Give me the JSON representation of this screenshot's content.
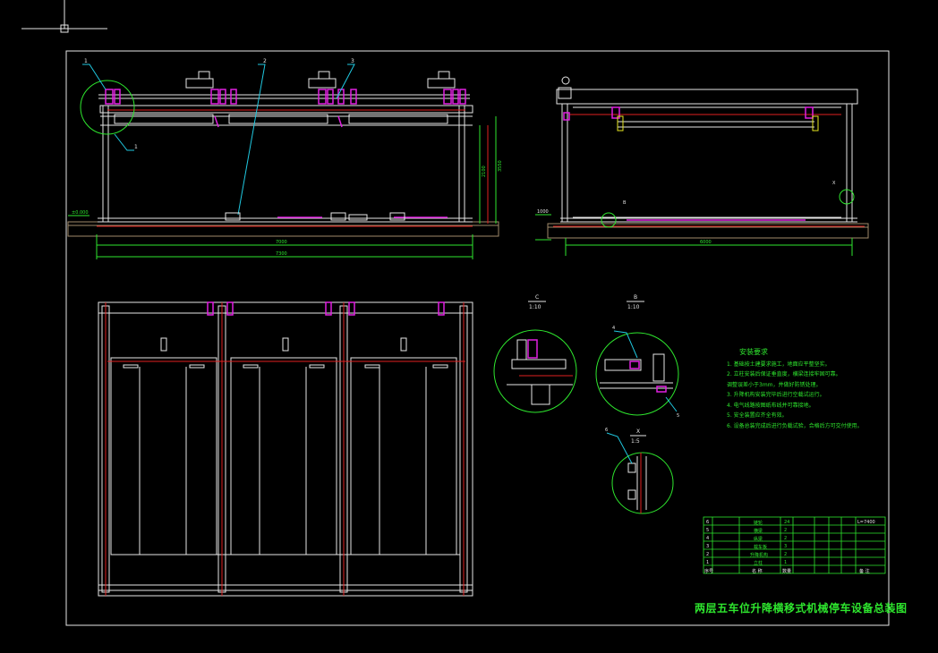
{
  "labels": {
    "callouts": [
      "1",
      "2",
      "3",
      "1"
    ],
    "dim_total_width": "7300",
    "dim_inner_width": "7000",
    "dim_side_depth": "6000",
    "dim_height_a": "2100",
    "dim_height_b": "3550",
    "level_left": "±0.000",
    "side_level": "1000",
    "detail_c_label": "C",
    "detail_c_scale": "1:10",
    "detail_b_label": "B",
    "detail_b_scale": "1:10",
    "detail_x_label": "X",
    "detail_x_scale": "1:5",
    "detail_markers": [
      "4",
      "5",
      "6",
      "X",
      "B"
    ]
  },
  "notes": {
    "heading": "安装要求",
    "lines": [
      "1. 基础按土建要求施工，地面应平整坚实。",
      "2. 立柱安装后保证垂直度，横梁连接牢固可靠。",
      "   调整误差小于3mm，并做好防锈处理。",
      "3. 升降机构安装完毕后进行空载试运行。",
      "4. 电气线路按图纸布线并可靠接地。",
      "5. 安全装置应齐全有效。",
      "6. 设备总装完成后进行负载试验，合格后方可交付使用。"
    ]
  },
  "bom": {
    "rows": [
      {
        "no": "6",
        "name": "链轮",
        "qty": "24",
        "note": "L=7400"
      },
      {
        "no": "5",
        "name": "横梁",
        "qty": "2",
        "note": ""
      },
      {
        "no": "4",
        "name": "纵梁",
        "qty": "2",
        "note": ""
      },
      {
        "no": "3",
        "name": "载车板",
        "qty": "3",
        "note": ""
      },
      {
        "no": "2",
        "name": "升降机构",
        "qty": "2",
        "note": ""
      },
      {
        "no": "1",
        "name": "立柱",
        "qty": "1",
        "note": ""
      },
      {
        "no": "序号",
        "name": "名 称",
        "qty": "数量",
        "note": "备 注"
      }
    ]
  },
  "title": "两层五车位升降横移式机械停车设备总装图",
  "colors": {
    "background": "#000000",
    "line_white": "#e6e6e6",
    "line_red": "#e02020",
    "line_magenta": "#e020e0",
    "line_green": "#2ee62e",
    "line_cyan": "#20c8e0",
    "line_yellow": "#e6e620",
    "ground": "#a08a6a"
  }
}
